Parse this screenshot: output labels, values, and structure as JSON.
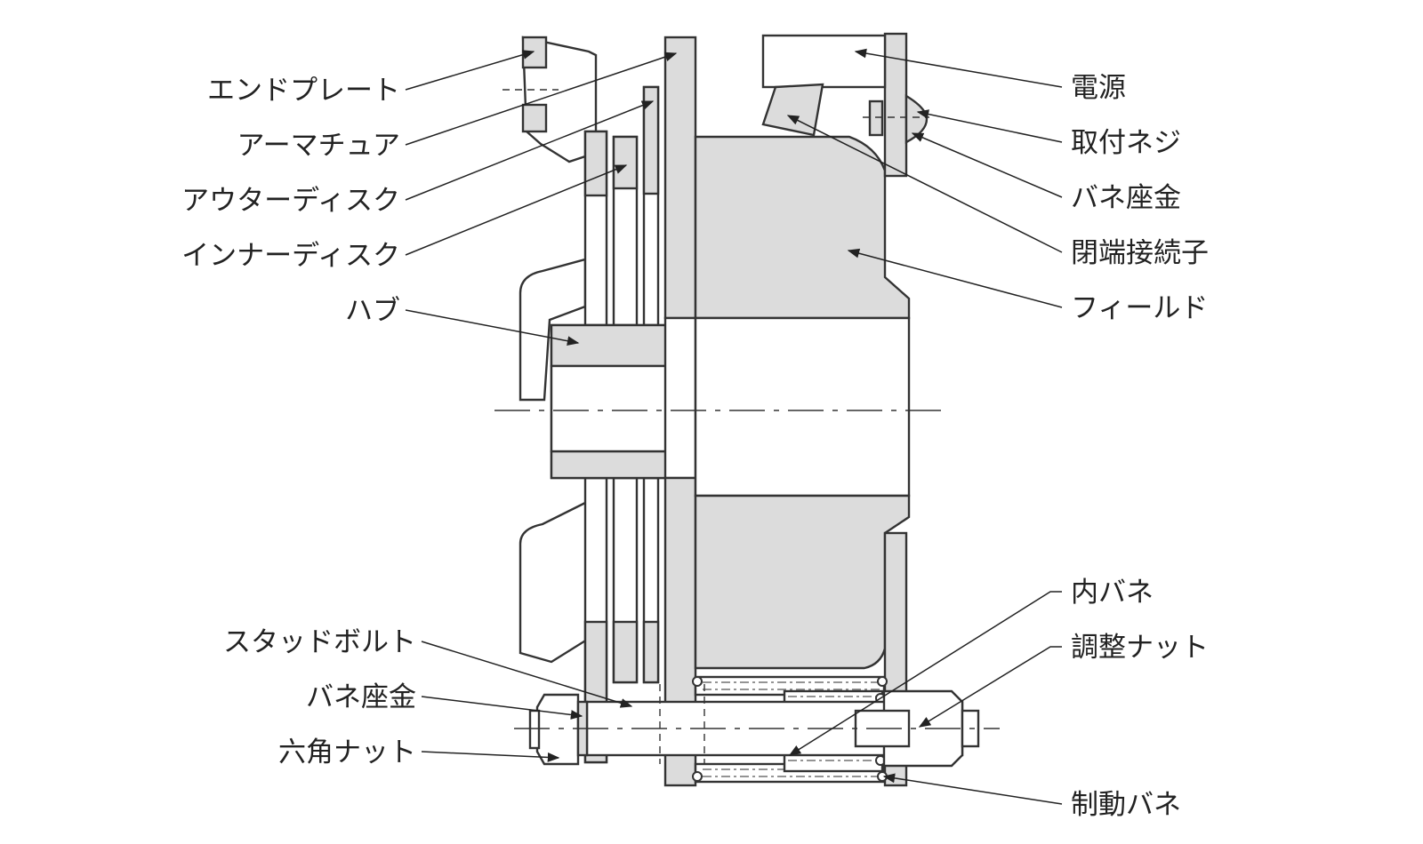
{
  "labels": {
    "left": [
      {
        "id": "end-plate",
        "text": "エンドプレート"
      },
      {
        "id": "armature",
        "text": "アーマチュア"
      },
      {
        "id": "outer-disc",
        "text": "アウターディスク"
      },
      {
        "id": "inner-disc",
        "text": "インナーディスク"
      },
      {
        "id": "hub",
        "text": "ハブ"
      },
      {
        "id": "stud-bolt",
        "text": "スタッドボルト"
      },
      {
        "id": "spring-washer-left",
        "text": "バネ座金"
      },
      {
        "id": "hex-nut",
        "text": "六角ナット"
      }
    ],
    "right": [
      {
        "id": "power-supply",
        "text": "電源"
      },
      {
        "id": "mounting-screw",
        "text": "取付ネジ"
      },
      {
        "id": "spring-washer-right",
        "text": "バネ座金"
      },
      {
        "id": "closed-end-terminal",
        "text": "閉端接続子"
      },
      {
        "id": "field",
        "text": "フィールド"
      },
      {
        "id": "inner-spring",
        "text": "内バネ"
      },
      {
        "id": "adjusting-nut",
        "text": "調整ナット"
      },
      {
        "id": "brake-spring",
        "text": "制動バネ"
      }
    ]
  }
}
